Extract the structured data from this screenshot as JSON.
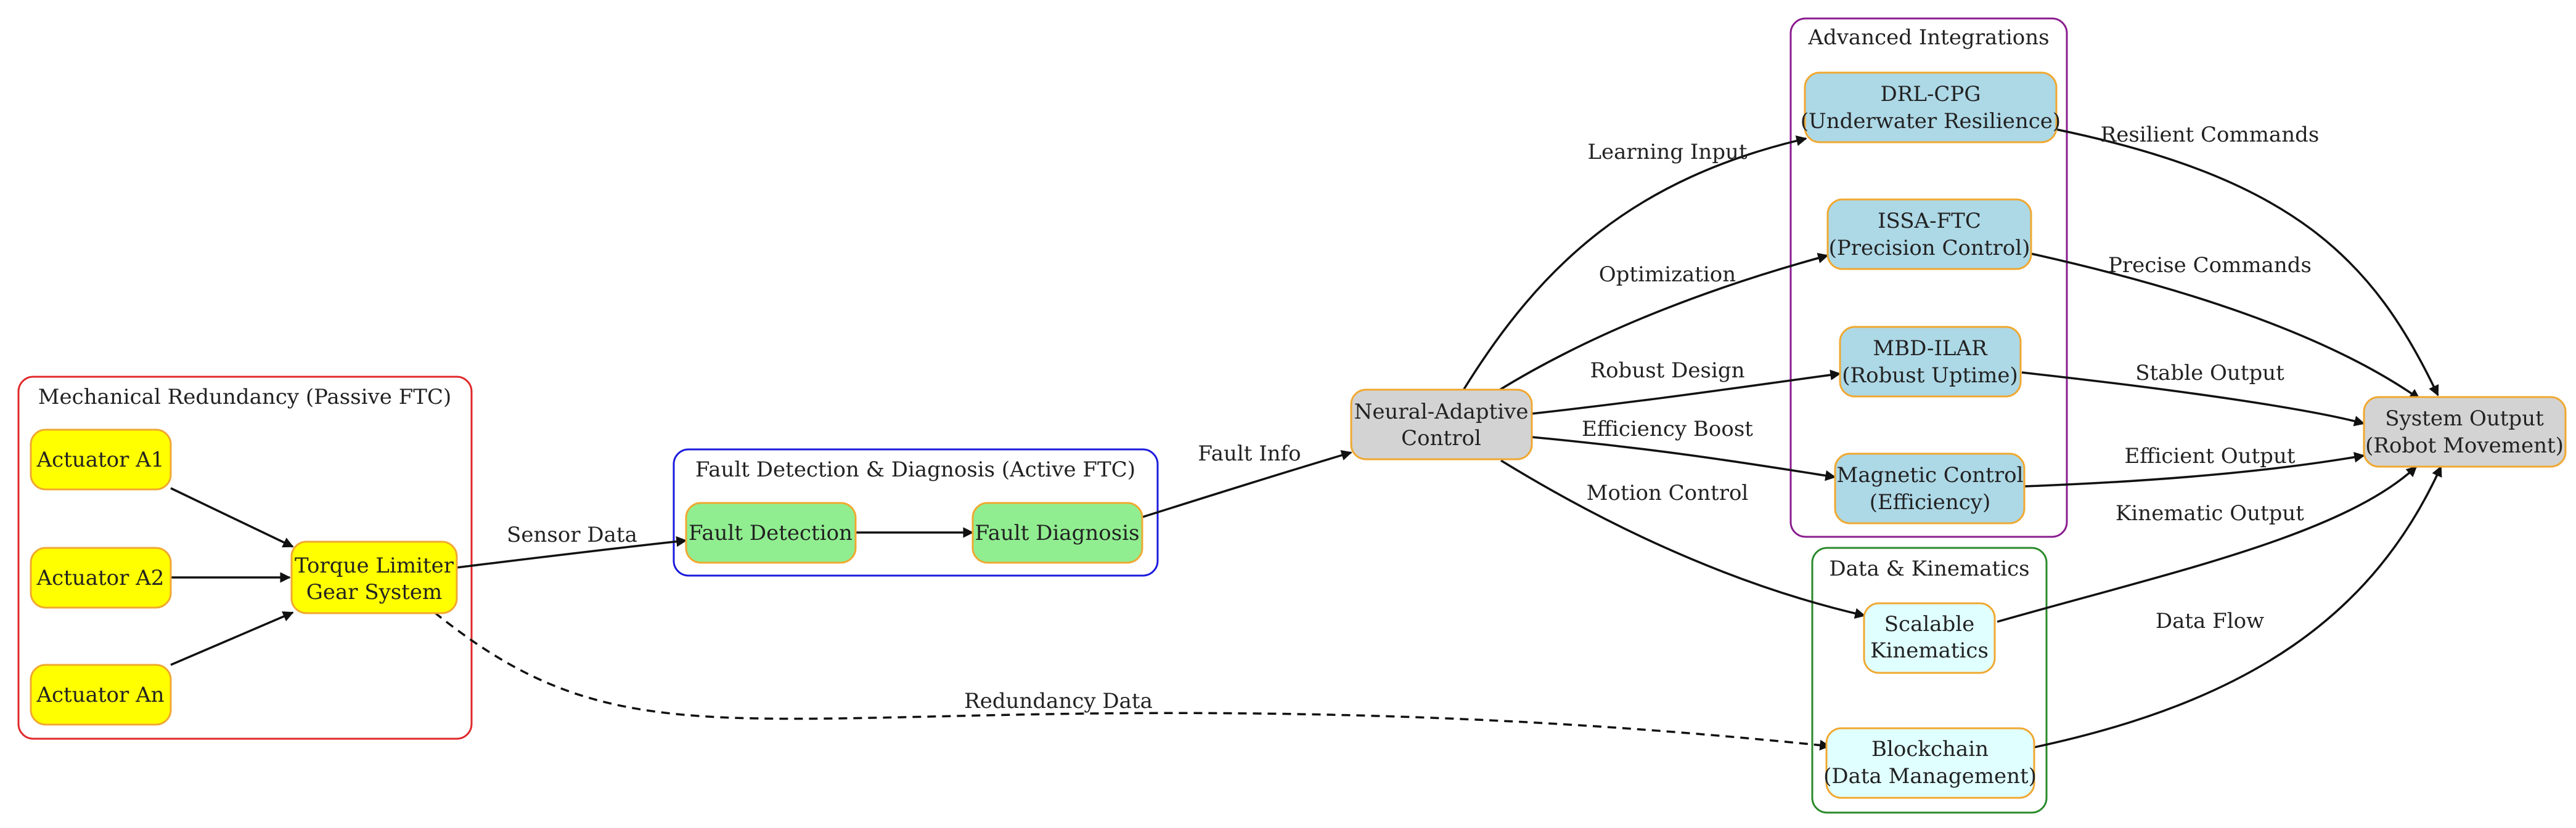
{
  "clusters": {
    "mechanical": {
      "label": "Mechanical Redundancy (Passive FTC)",
      "color": "#e0282a"
    },
    "fdd": {
      "label": "Fault Detection & Diagnosis (Active FTC)",
      "color": "#1a1adc"
    },
    "advanced": {
      "label": "Advanced Integrations",
      "color": "#8a1c8f"
    },
    "data": {
      "label": "Data & Kinematics",
      "color": "#2a8a2a"
    }
  },
  "nodes": {
    "actuator_a1": {
      "lines": [
        "Actuator A1"
      ],
      "fill": "#ffff00"
    },
    "actuator_a2": {
      "lines": [
        "Actuator A2"
      ],
      "fill": "#ffff00"
    },
    "actuator_an": {
      "lines": [
        "Actuator An"
      ],
      "fill": "#ffff00"
    },
    "torque_limiter": {
      "lines": [
        "Torque Limiter",
        "Gear System"
      ],
      "fill": "#ffff00"
    },
    "fault_detection": {
      "lines": [
        "Fault Detection"
      ],
      "fill": "#90ee90"
    },
    "fault_diagnosis": {
      "lines": [
        "Fault Diagnosis"
      ],
      "fill": "#90ee90"
    },
    "neural_adaptive": {
      "lines": [
        "Neural-Adaptive",
        "Control"
      ],
      "fill": "#d3d3d3"
    },
    "drl_cpg": {
      "lines": [
        "DRL-CPG",
        "(Underwater Resilience)"
      ],
      "fill": "#add8e6"
    },
    "issa_ftc": {
      "lines": [
        "ISSA-FTC",
        "(Precision Control)"
      ],
      "fill": "#add8e6"
    },
    "mbd_ilar": {
      "lines": [
        "MBD-ILAR",
        "(Robust Uptime)"
      ],
      "fill": "#add8e6"
    },
    "magnetic": {
      "lines": [
        "Magnetic Control",
        "(Efficiency)"
      ],
      "fill": "#add8e6"
    },
    "scalable": {
      "lines": [
        "Scalable",
        "Kinematics"
      ],
      "fill": "#e0ffff"
    },
    "blockchain": {
      "lines": [
        "Blockchain",
        "(Data Management)"
      ],
      "fill": "#e0ffff"
    },
    "system_output": {
      "lines": [
        "System Output",
        "(Robot Movement)"
      ],
      "fill": "#d3d3d3"
    }
  },
  "node_border_color": "#f0a830",
  "edges": {
    "a1_torque": {
      "label": ""
    },
    "a2_torque": {
      "label": ""
    },
    "an_torque": {
      "label": ""
    },
    "torque_detection": {
      "label": "Sensor Data"
    },
    "torque_blockchain": {
      "label": "Redundancy Data",
      "style": "dashed"
    },
    "detection_diagnosis": {
      "label": ""
    },
    "diagnosis_neural": {
      "label": "Fault Info"
    },
    "neural_drl": {
      "label": "Learning Input"
    },
    "neural_issa": {
      "label": "Optimization"
    },
    "neural_mbd": {
      "label": "Robust Design"
    },
    "neural_magnetic": {
      "label": "Efficiency Boost"
    },
    "neural_scalable": {
      "label": "Motion Control"
    },
    "drl_output": {
      "label": "Resilient Commands"
    },
    "issa_output": {
      "label": "Precise Commands"
    },
    "mbd_output": {
      "label": "Stable Output"
    },
    "magnetic_output": {
      "label": "Efficient Output"
    },
    "scalable_output": {
      "label": "Kinematic Output"
    },
    "blockchain_output": {
      "label": "Data Flow"
    }
  }
}
